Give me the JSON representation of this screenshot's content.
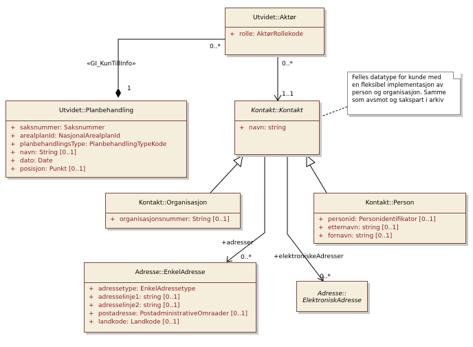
{
  "classes": {
    "aktor": {
      "name": "Utvidet::Aktør",
      "attributes": [
        "rolle:  AktørRollekode"
      ]
    },
    "planbehandling": {
      "name": "Utvidet::Planbehandling",
      "attributes": [
        "saksnummer:  Saksnummer",
        "arealplanId:  NasjonalArealplanId",
        "planbehandlingsType:  PlanbehandlingTypeKode",
        "navn:  String [0..1]",
        "dato:  Date",
        "posisjon:  Punkt [0..1]"
      ]
    },
    "kontakt": {
      "name": "Kontakt::Kontakt",
      "attributes": [
        "navn:  string"
      ]
    },
    "organisasjon": {
      "name": "Kontakt::Organisasjon",
      "attributes": [
        "organisasjonsnummer:  String [0..1]"
      ]
    },
    "person": {
      "name": "Kontakt::Person",
      "attributes": [
        "personid:  Personidentifikator [0..1]",
        "etternavn:  string [0..1]",
        "fornavn:  string [0..1]"
      ]
    },
    "enkeladresse": {
      "name": "Adresse::EnkelAdresse",
      "attributes": [
        "adressetype:  EnkelAdressetype",
        "adresselinje1:  string [0..1]",
        "adresselinje2:  string [0..1]",
        "postadresse:  PostadministrativeOmraader [0..1]",
        "landkode:  Landkode [0..1]"
      ]
    },
    "elektronisk": {
      "name_line1": "Adresse::",
      "name_line2": "ElektroniskAdresse"
    }
  },
  "note": {
    "lines": [
      "Felles datatype for kunde med",
      "en fleksibel implementasjon av",
      "person og organisasjon. Samme",
      "som avsmot og sakspart i arkiv"
    ]
  },
  "labels": {
    "stereotype": "«GI_KunTillInfo»",
    "mult_aktor_left": "0..*",
    "mult_plan": "1",
    "mult_aktor_down": "0..*",
    "mult_kontakt": "1..1",
    "role_adresser": "+adresser",
    "mult_adresser": "0..*",
    "role_elektroniske": "+elektroniskeAdresser",
    "mult_elektroniske": "0..*"
  },
  "plus_sign": "+"
}
